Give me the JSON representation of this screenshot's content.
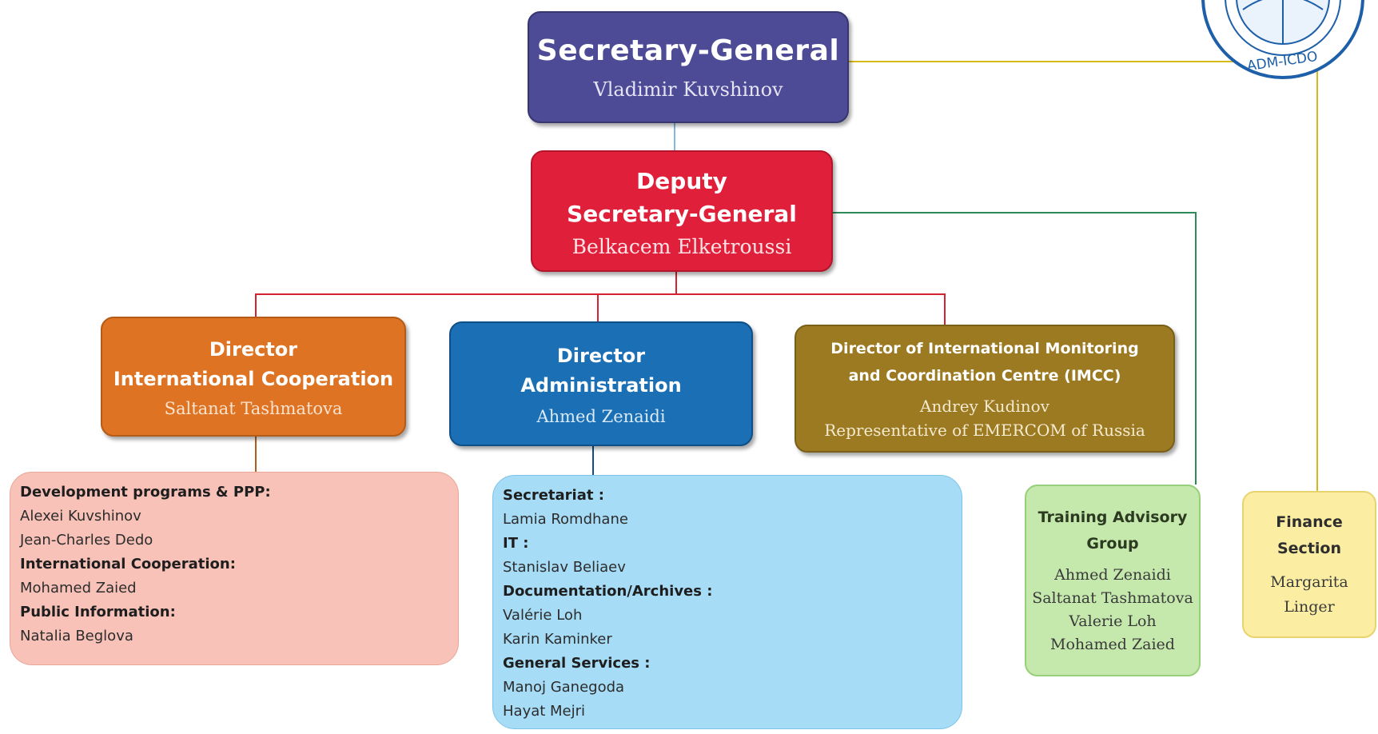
{
  "secretary_general": {
    "title": "Secretary-General",
    "name": "Vladimir Kuvshinov"
  },
  "deputy": {
    "title_line1": "Deputy",
    "title_line2": "Secretary-General",
    "name": "Belkacem Elketroussi"
  },
  "director_ic": {
    "title_line1": "Director",
    "title_line2": "International Cooperation",
    "name": "Saltanat Tashmatova"
  },
  "director_admin": {
    "title_line1": "Director",
    "title_line2": "Administration",
    "name": "Ahmed Zenaidi"
  },
  "director_imcc": {
    "title_line1": "Director of International Monitoring",
    "title_line2": "and Coordination Centre (IMCC)",
    "name": "Andrey Kudinov",
    "role": "Representative of EMERCOM of Russia"
  },
  "development_panel": {
    "lines": [
      {
        "text": "Development programs & PPP:",
        "heading": true
      },
      {
        "text": "Alexei Kuvshinov",
        "heading": false
      },
      {
        "text": "Jean-Charles Dedo",
        "heading": false
      },
      {
        "text": "International Cooperation:",
        "heading": true
      },
      {
        "text": "Mohamed Zaied",
        "heading": false
      },
      {
        "text": "Public Information:",
        "heading": true
      },
      {
        "text": "Natalia Beglova",
        "heading": false
      }
    ]
  },
  "administration_panel": {
    "lines": [
      {
        "text": "Secretariat :",
        "heading": true
      },
      {
        "text": "Lamia Romdhane",
        "heading": false
      },
      {
        "text": "IT :",
        "heading": true
      },
      {
        "text": "Stanislav Beliaev",
        "heading": false
      },
      {
        "text": "Documentation/Archives :",
        "heading": true
      },
      {
        "text": "Valérie Loh",
        "heading": false
      },
      {
        "text": "Karin Kaminker",
        "heading": false
      },
      {
        "text": "General Services :",
        "heading": true
      },
      {
        "text": "Manoj Ganegoda",
        "heading": false
      },
      {
        "text": "Hayat Mejri",
        "heading": false
      }
    ]
  },
  "training_group": {
    "title_line1": "Training Advisory",
    "title_line2": "Group",
    "members": [
      "Ahmed Zenaidi",
      "Saltanat Tashmatova",
      "Valerie Loh",
      "Mohamed Zaied"
    ]
  },
  "finance": {
    "title_line1": "Finance",
    "title_line2": "Section",
    "name_line1": "Margarita",
    "name_line2": "Linger"
  },
  "seal": {
    "text": "ADM-ICDO"
  },
  "colors": {
    "secretary": "#4d4a96",
    "deputy": "#e0203a",
    "cooperation": "#de7423",
    "administration": "#1b6fb5",
    "imcc": "#9c7a22",
    "training": "#c5e8ad",
    "finance": "#fbeea3",
    "line_red": "#d4222f",
    "line_blue": "#7fb8e0",
    "line_green": "#2e8b57",
    "line_yellow": "#d8b81a"
  }
}
